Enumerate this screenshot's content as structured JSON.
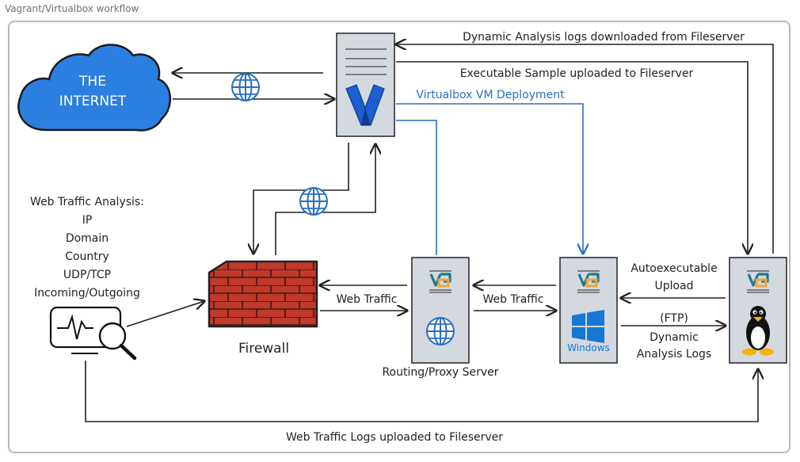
{
  "caption": "Vagrant/Virtualbox workflow",
  "cloud": {
    "line1": "THE",
    "line2": "INTERNET"
  },
  "labels": {
    "logs_downloaded": "Dynamic Analysis logs downloaded from Fileserver",
    "sample_uploaded": "Executable Sample uploaded to Fileserver",
    "vm_deployment": "Virtualbox VM Deployment",
    "web_traffic_left": "Web Traffic",
    "web_traffic_right": "Web Traffic",
    "autoexec_1": "Autoexecutable",
    "autoexec_2": "Upload",
    "ftp_1": "(FTP)",
    "ftp_2": "Dynamic",
    "ftp_3": "Analysis Logs",
    "firewall": "Firewall",
    "routing_proxy": "Routing/Proxy Server",
    "windows": "Windows",
    "traffic_logs": "Web Traffic Logs uploaded to Fileserver"
  },
  "analysis": {
    "title": "Web Traffic Analysis:",
    "items": [
      "IP",
      "Domain",
      "Country",
      "UDP/TCP",
      "Incoming/Outgoing"
    ]
  },
  "colors": {
    "cloud": "#2b7fe0",
    "vagrant_blue": "#1d5fd0",
    "deploy_line": "#2a6fc0",
    "server_fill": "#d4d9e0",
    "brick": "#c0392b",
    "vbox_teal": "#1e7a8c",
    "vbox_orange": "#f2a43a"
  }
}
